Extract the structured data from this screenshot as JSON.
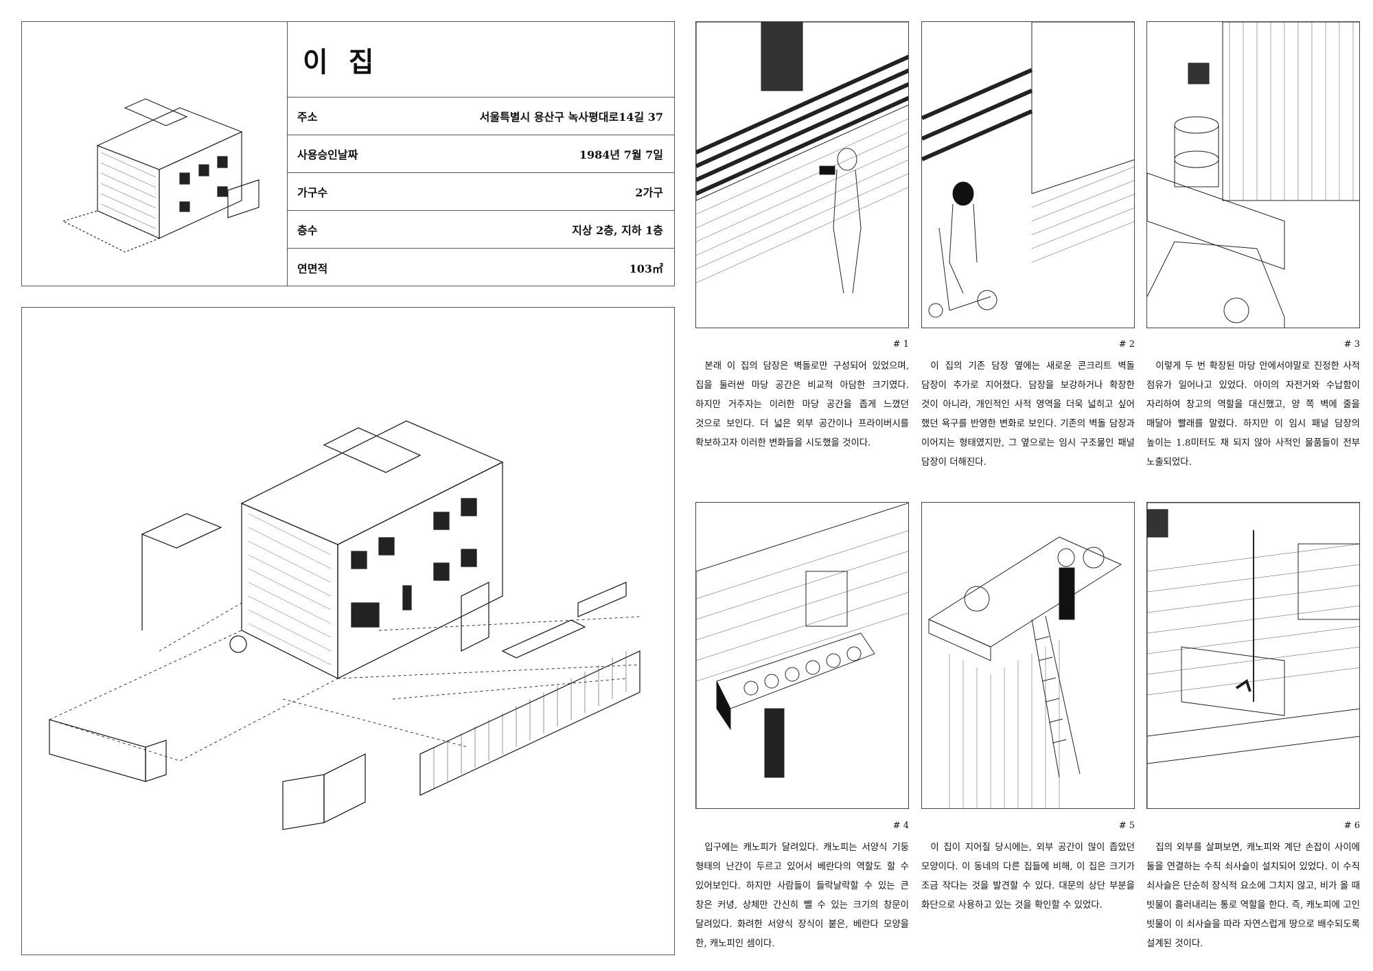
{
  "title": "이 집",
  "info": [
    {
      "label": "주소",
      "value": "서울특별시 용산구 녹사평대로14길 37"
    },
    {
      "label": "사용승인날짜",
      "value": "1984년 7월 7일"
    },
    {
      "label": "가구수",
      "value": "2가구"
    },
    {
      "label": "층수",
      "value": "지상 2층, 지하 1층"
    },
    {
      "label": "연면적",
      "value": "103㎡"
    }
  ],
  "panels": [
    {
      "num": "# 1",
      "text": "본래 이 집의 담장은 벽돌로만 구성되어 있었으며, 집을 둘러싼 마당 공간은 비교적 아담한 크기였다. 하지만 거주자는 이러한 마당 공간을 좁게 느꼈던 것으로 보인다. 더 넓은 외부 공간이나 프라이버시를 확보하고자 이러한 변화들을 시도했을 것이다."
    },
    {
      "num": "# 2",
      "text": "이 집의 기존 담장 옆에는 새로운 콘크리트 벽돌 담장이 추가로 지어졌다. 담장을 보강하거나 확장한 것이 아니라, 개인적인 사적 영역을 더욱 넓히고 싶어 했던 욕구를 반영한 변화로 보인다. 기존의 벽돌 담장과 이어지는 형태였지만, 그 옆으로는 임시 구조물인 패널 담장이 더해진다."
    },
    {
      "num": "# 3",
      "text": "이렇게 두 번 확장된 마당 안에서야말로 진정한 사적 점유가 일어나고 있었다. 아이의 자전거와 수납함이 자리하여 창고의 역할을 대신했고, 양 쪽 벽에 줄을 매달아 빨래를 말렸다. 하지만 이 임시 패널 담장의 높이는 1.8미터도 채 되지 않아 사적인 물품들이 전부 노출되었다."
    },
    {
      "num": "# 4",
      "text": "입구에는 캐노피가 달려있다. 캐노피는 서양식 기둥 형태의 난간이 두르고 있어서 베란다의 역할도 할 수 있어보인다. 하지만 사람들이 들락날락할 수 있는 큰 창은 커녕, 상체만 간신히 뺄 수 있는 크기의 창문이 달려있다. 화려한 서양식 장식이 붙은, 베란다 모양을 한, 캐노피인 셈이다."
    },
    {
      "num": "# 5",
      "text": "이 집이 지어질 당시에는, 외부 공간이 많이 좁았던 모양이다. 이 동네의 다른 집들에 비해, 이 집은 크기가 조금 작다는 것을 발견할 수 있다. 대문의 상단 부분을 화단으로 사용하고 있는 것을 확인할 수 있었다."
    },
    {
      "num": "# 6",
      "text": "집의 외부를 살펴보면, 캐노피와 계단 손잡이 사이에 둘을 연결하는 수직 쇠사슬이 설치되어 있었다. 이 수직 쇠사슬은 단순히 장식적 요소에 그치지 않고, 비가 올 때 빗물이 흘러내리는 통로 역할을 한다. 즉, 캐노피에 고인 빗물이 이 쇠사슬을 따라 자연스럽게 땅으로 배수되도록 설계된 것이다."
    }
  ]
}
